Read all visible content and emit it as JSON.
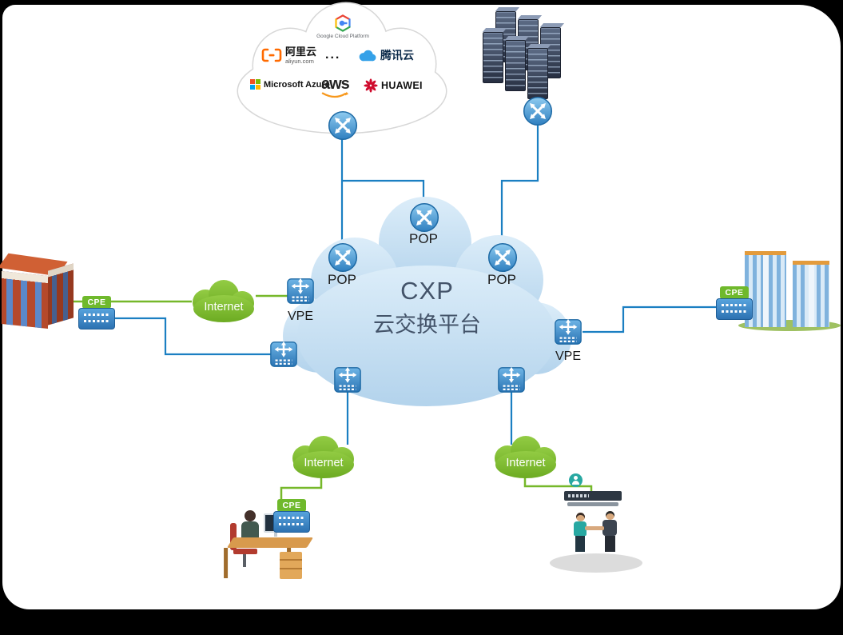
{
  "title": {
    "line1": "CXP",
    "line2": "云交换平台"
  },
  "nodes": {
    "pop_top": "POP",
    "pop_left": "POP",
    "pop_right": "POP",
    "vpe_left": "VPE",
    "vpe_right": "VPE"
  },
  "cpe": {
    "left": "CPE",
    "right": "CPE",
    "desk": "CPE"
  },
  "internet": {
    "left": "Internet",
    "bottom_left": "Internet",
    "bottom_right": "Internet"
  },
  "providers": {
    "google": "Google Cloud Platform",
    "aliyun_name": "阿里云",
    "aliyun_domain": "aliyun.com",
    "ellipsis": "...",
    "tencent_name": "腾讯云",
    "azure": "Microsoft Azure",
    "aws": "aws",
    "huawei": "HUAWEI"
  },
  "colors": {
    "line_blue": "#1b7fc2",
    "line_green": "#76b82a",
    "badge_green": "#6fb92c",
    "router_blue": "#2f7fc0",
    "cxp_cloud_fill": "#c6def2",
    "internet_cloud_fill": "#7cb92e",
    "cxp_text": "#44546a"
  },
  "icons": {
    "router": "circle-crossed-arrows-router-icon",
    "switch": "box-crossed-arrows-switch-icon",
    "internet_cloud": "green-cloud-shape",
    "provider_cloud": "white-cloud-shape",
    "cxp_cloud": "blue-cloud-shape"
  }
}
